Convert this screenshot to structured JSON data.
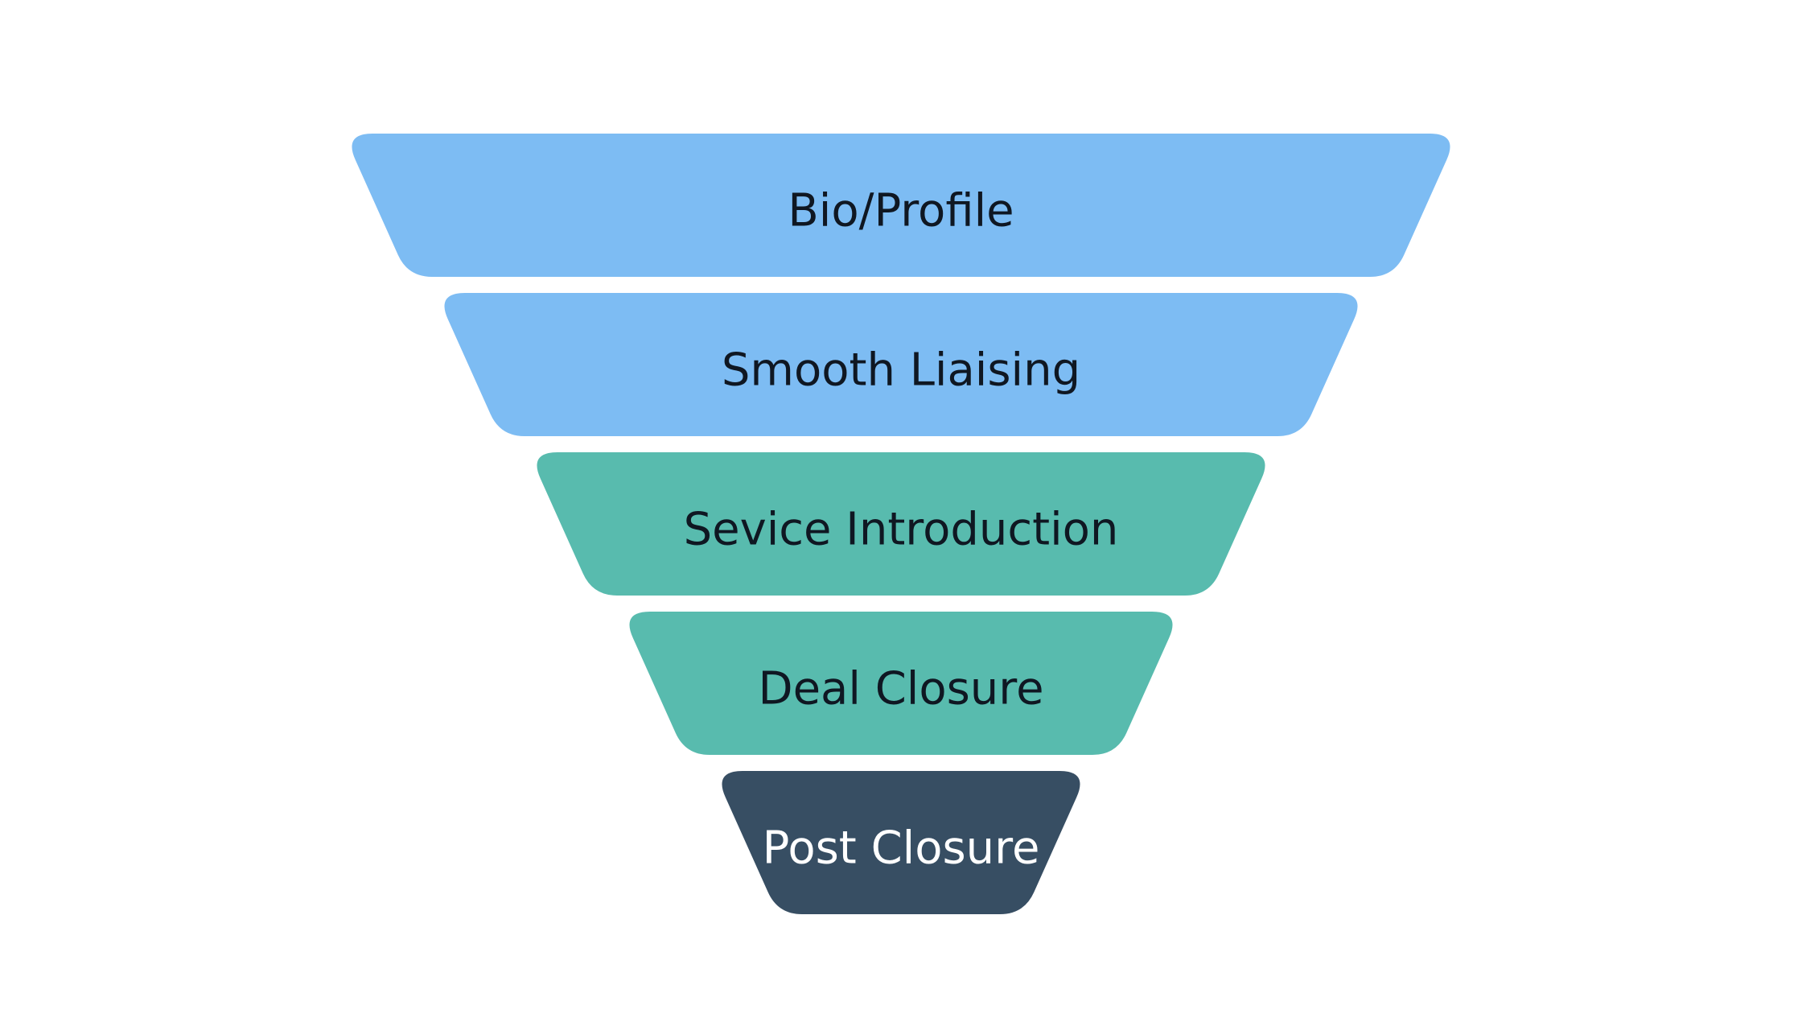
{
  "funnel": {
    "stages": [
      {
        "label": "Bio/Profile",
        "fill": "#7dbcf3",
        "text_color": "#0f1722"
      },
      {
        "label": "Smooth Liaising",
        "fill": "#7dbcf3",
        "text_color": "#0f1722"
      },
      {
        "label": "Sevice Introduction",
        "fill": "#58bbae",
        "text_color": "#0f1722"
      },
      {
        "label": "Deal Closure",
        "fill": "#58bbae",
        "text_color": "#0f1722"
      },
      {
        "label": "Post Closure",
        "fill": "#374e63",
        "text_color": "#ffffff"
      }
    ]
  }
}
